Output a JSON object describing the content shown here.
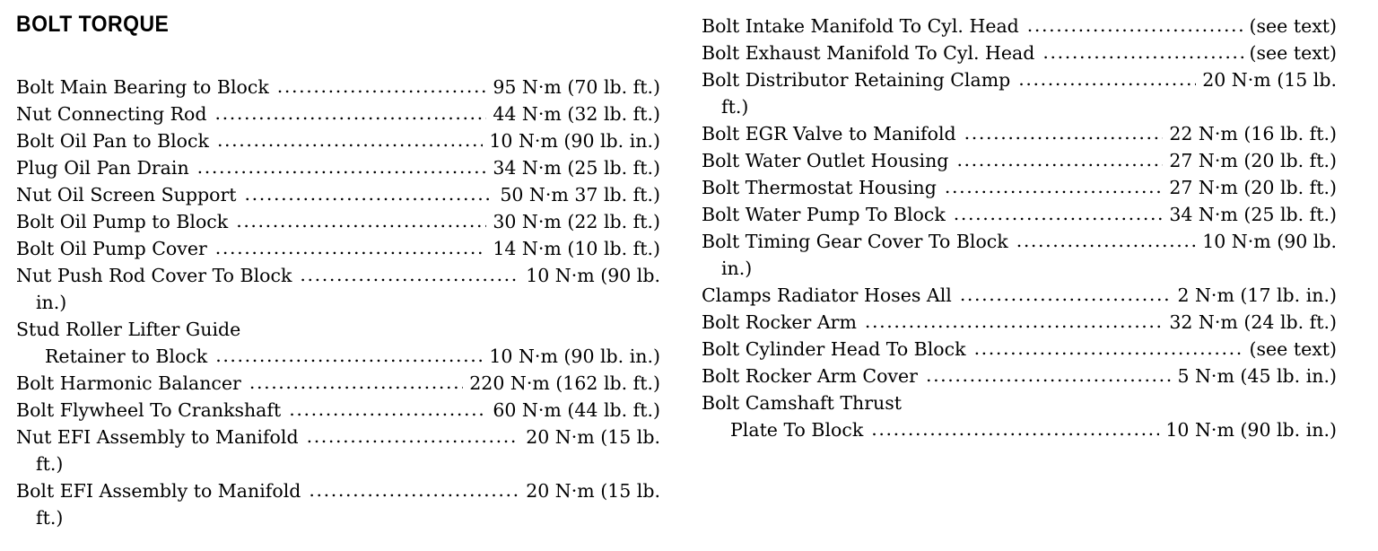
{
  "heading": "BOLT TORQUE",
  "columns": {
    "left": [
      {
        "type": "row",
        "label": "Bolt Main Bearing to Block",
        "value": "95 N·m (70 lb. ft.)"
      },
      {
        "type": "row",
        "label": "Nut Connecting Rod",
        "value": "44 N·m (32 lb. ft.)"
      },
      {
        "type": "row",
        "label": "Bolt Oil Pan to Block",
        "value": "10 N·m (90 lb. in.)"
      },
      {
        "type": "row",
        "label": "Plug Oil Pan Drain",
        "value": "34 N·m (25 lb. ft.)"
      },
      {
        "type": "row",
        "label": "Nut Oil Screen Support",
        "value": "50 N·m 37 lb. ft.)"
      },
      {
        "type": "row",
        "label": "Bolt Oil Pump to Block",
        "value": "30 N·m (22 lb. ft.)"
      },
      {
        "type": "row",
        "label": "Bolt Oil Pump Cover",
        "value": "14 N·m (10 lb. ft.)"
      },
      {
        "type": "row",
        "label": "Nut Push Rod Cover To Block",
        "value": "10 N·m (90 lb."
      },
      {
        "type": "cont",
        "text": "in.)"
      },
      {
        "type": "label-only",
        "text": "Stud Roller Lifter Guide"
      },
      {
        "type": "row-indented",
        "label": "Retainer to Block",
        "value": "10 N·m (90 lb. in.)"
      },
      {
        "type": "row",
        "label": "Bolt Harmonic Balancer",
        "value": "220 N·m (162 lb. ft.)"
      },
      {
        "type": "row",
        "label": "Bolt Flywheel To Crankshaft",
        "value": "60 N·m (44 lb. ft.)"
      },
      {
        "type": "row",
        "label": "Nut EFI Assembly to Manifold",
        "value": "20 N·m (15 lb."
      },
      {
        "type": "cont",
        "text": "ft.)"
      },
      {
        "type": "row",
        "label": "Bolt EFI Assembly to Manifold",
        "value": "20 N·m (15 lb."
      },
      {
        "type": "cont",
        "text": "ft.)"
      }
    ],
    "right": [
      {
        "type": "row",
        "label": "Bolt Intake Manifold To Cyl. Head",
        "value": "(see text)"
      },
      {
        "type": "row",
        "label": "Bolt Exhaust Manifold To Cyl. Head",
        "value": "(see text)"
      },
      {
        "type": "row",
        "label": "Bolt Distributor Retaining Clamp",
        "value": "20 N·m (15 lb."
      },
      {
        "type": "cont",
        "text": "ft.)"
      },
      {
        "type": "row",
        "label": "Bolt EGR Valve to Manifold",
        "value": "22 N·m (16 lb. ft.)"
      },
      {
        "type": "row",
        "label": "Bolt Water Outlet Housing",
        "value": "27 N·m (20 lb. ft.)"
      },
      {
        "type": "row",
        "label": "Bolt Thermostat Housing",
        "value": "27 N·m (20 lb. ft.)"
      },
      {
        "type": "row",
        "label": "Bolt Water Pump To Block",
        "value": "34 N·m (25 lb. ft.)"
      },
      {
        "type": "row",
        "label": "Bolt Timing Gear Cover To Block",
        "value": "10 N·m (90 lb."
      },
      {
        "type": "cont",
        "text": "in.)"
      },
      {
        "type": "row",
        "label": "Clamps Radiator Hoses All",
        "value": "2 N·m (17 lb. in.)"
      },
      {
        "type": "row",
        "label": "Bolt Rocker Arm",
        "value": "32 N·m (24 lb. ft.)"
      },
      {
        "type": "row",
        "label": "Bolt Cylinder Head To Block",
        "value": "(see text)"
      },
      {
        "type": "row",
        "label": "Bolt Rocker Arm Cover",
        "value": "5 N·m (45 lb. in.)"
      },
      {
        "type": "label-only",
        "text": "Bolt Camshaft Thrust"
      },
      {
        "type": "row-indented",
        "label": "Plate To Block",
        "value": "10 N·m (90 lb. in.)"
      }
    ]
  }
}
